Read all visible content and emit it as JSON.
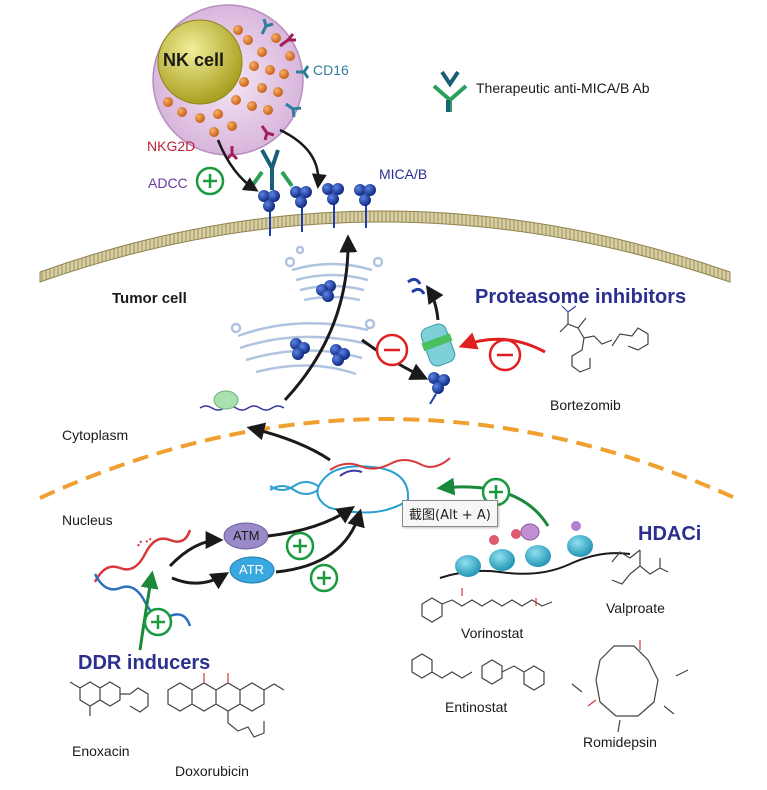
{
  "labels": {
    "nk_cell": "NK cell",
    "cd16": "CD16",
    "therapeutic_ab": "Therapeutic anti-MICA/B Ab",
    "nkg2d": "NKG2D",
    "adcc": "ADCC",
    "mica_b": "MICA/B",
    "tumor_cell": "Tumor cell",
    "proteasome_inhibitors": "Proteasome inhibitors",
    "bortezomib": "Bortezomib",
    "cytoplasm": "Cytoplasm",
    "nucleus": "Nucleus",
    "atm": "ATM",
    "atr": "ATR",
    "hdaci": "HDACi",
    "valproate": "Valproate",
    "vorinostat": "Vorinostat",
    "ddr_inducers": "DDR inducers",
    "enoxacin": "Enoxacin",
    "doxorubicin": "Doxorubicin",
    "entinostat": "Entinostat",
    "romidepsin": "Romidepsin"
  },
  "tooltip": "截图(Alt + A)",
  "colors": {
    "nk_membrane": "#e6cbe6",
    "nk_nucleus": "#c9c23a",
    "granule": "#e07a2a",
    "mica": "#1f3fa6",
    "nkg2d": "#a3205a",
    "cd16": "#2f7f9a",
    "activation": "#1a9a3f",
    "inhibition": "#e02020",
    "membrane": "#b9ad7a",
    "nuclear_envelope": "#f0a030",
    "dna_red": "#d9383a",
    "dna_blue": "#2aa0d0",
    "hdaci_title": "#2b2f8f"
  }
}
